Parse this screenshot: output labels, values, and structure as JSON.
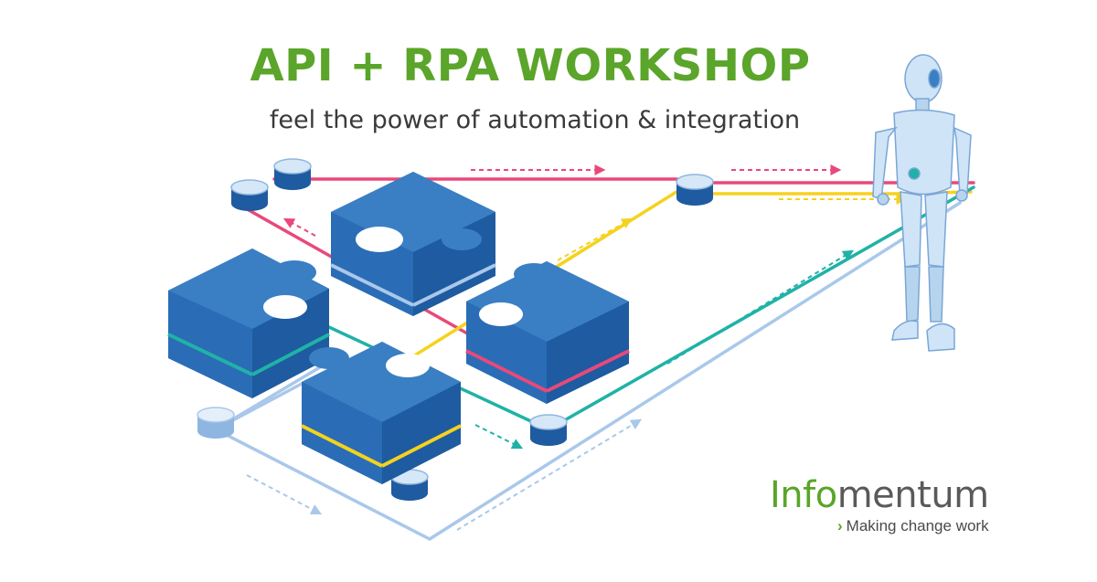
{
  "header": {
    "title": "API + RPA WORKSHOP",
    "subtitle": "feel the power of automation & integration"
  },
  "brand": {
    "name_part1": "Info",
    "name_part2": "mentum",
    "tagline": "Making change work",
    "tagline_icon": "chevron-right-icon"
  },
  "colors": {
    "green": "#5aa52a",
    "magenta": "#e8497a",
    "yellow": "#f5d21e",
    "teal": "#20b2a6",
    "light_blue": "#a9c8ea",
    "puzzle_top": "#3a7fc4",
    "puzzle_side": "#1e5ba0",
    "robot": "#cfe4f6"
  },
  "illustration": {
    "pieces": [
      "puzzle-piece",
      "puzzle-piece",
      "puzzle-piece",
      "puzzle-piece"
    ],
    "nodes": [
      "node",
      "node",
      "node",
      "node",
      "node",
      "node",
      "node"
    ],
    "figure": "robot"
  }
}
